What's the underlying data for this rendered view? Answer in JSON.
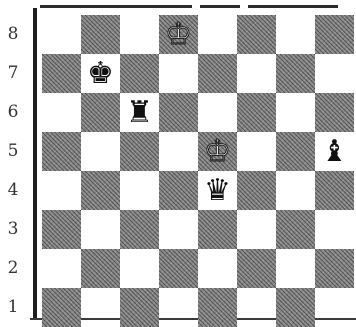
{
  "board": {
    "ranks": [
      "8",
      "7",
      "6",
      "5",
      "4",
      "3",
      "2",
      "1"
    ],
    "pieces": [
      {
        "square": "d8",
        "symbol": "♔",
        "color": "white",
        "name": "white-king-icon"
      },
      {
        "square": "b7",
        "symbol": "♚",
        "color": "black",
        "name": "black-king-icon"
      },
      {
        "square": "c6",
        "symbol": "♜",
        "color": "black",
        "name": "black-rook-icon"
      },
      {
        "square": "e5",
        "symbol": "♔",
        "color": "white",
        "name": "white-king-icon"
      },
      {
        "square": "h5",
        "symbol": "♝",
        "color": "black",
        "name": "black-bishop-icon"
      },
      {
        "square": "e4",
        "symbol": "♛",
        "color": "black",
        "name": "black-queen-icon"
      }
    ]
  }
}
